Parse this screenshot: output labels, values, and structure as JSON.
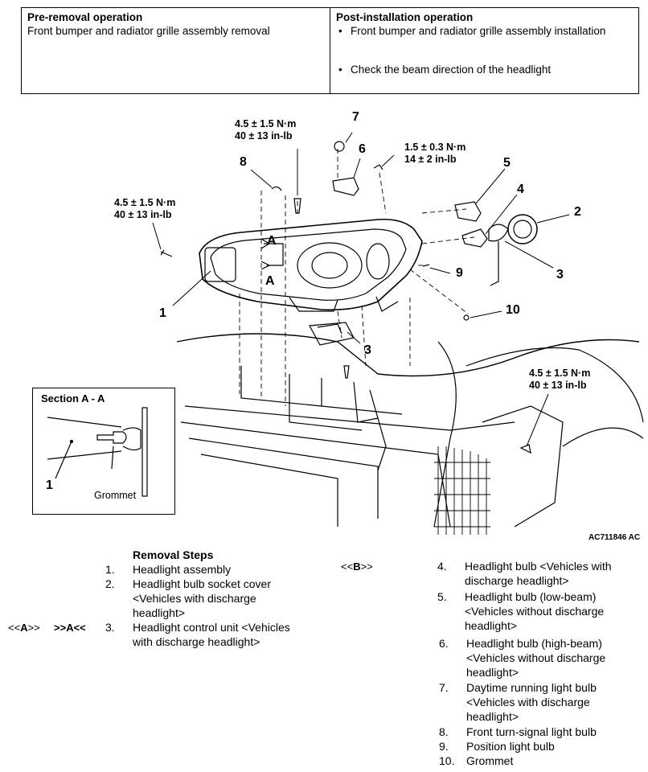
{
  "ops": {
    "pre_title": "Pre-removal operation",
    "pre_items": [
      "Front bumper and radiator grille assembly removal"
    ],
    "post_title": "Post-installation operation",
    "post_items": [
      "Front bumper and radiator grille assembly installation",
      "Check the beam direction of the headlight"
    ]
  },
  "figure": {
    "torque": [
      {
        "line1": "4.5 ± 1.5 N·m",
        "line2": "40 ± 13 in-lb"
      },
      {
        "line1": "1.5 ± 0.3 N·m",
        "line2": "14 ± 2 in-lb"
      },
      {
        "line1": "4.5 ± 1.5 N·m",
        "line2": "40 ± 13 in-lb"
      },
      {
        "line1": "4.5 ± 1.5 N·m",
        "line2": "40 ± 13 in-lb"
      }
    ],
    "callouts": [
      "7",
      "6",
      "8",
      "5",
      "4",
      "2",
      "3",
      "9",
      "1",
      "10",
      "3"
    ],
    "section_markers": [
      "A",
      "A"
    ],
    "section": {
      "title": "Section A - A",
      "number": "1",
      "label": "Grommet"
    },
    "caption": "AC711846 AC"
  },
  "removal": {
    "title": "Removal Steps",
    "steps": [
      {
        "num": "1.",
        "text": [
          "Headlight assembly"
        ]
      },
      {
        "num": "2.",
        "text": [
          "Headlight bulb socket cover",
          "<Vehicles with discharge",
          "headlight>"
        ]
      },
      {
        "num": "3.",
        "text": [
          "Headlight control unit <Vehicles",
          "with discharge headlight>"
        ]
      },
      {
        "num": "4.",
        "text": [
          "Headlight bulb <Vehicles with",
          "discharge headlight>"
        ]
      },
      {
        "num": "5.",
        "text": [
          "Headlight bulb (low-beam)",
          "<Vehicles without discharge",
          "headlight>"
        ]
      },
      {
        "num": "6.",
        "text": [
          "Headlight bulb (high-beam)",
          "<Vehicles without discharge",
          "headlight>"
        ]
      },
      {
        "num": "7.",
        "text": [
          "Daytime running light bulb",
          "<Vehicles with discharge",
          "headlight>"
        ]
      },
      {
        "num": "8.",
        "text": [
          "Front turn-signal light bulb"
        ]
      },
      {
        "num": "9.",
        "text": [
          "Position light bulb"
        ]
      },
      {
        "num": "10.",
        "text": [
          "Grommet"
        ]
      }
    ],
    "marks": {
      "a_left": "<<",
      "a_letter": "A",
      "a_right": ">>",
      "a2_left": ">>",
      "a2_letter": "A",
      "a2_right": "<<",
      "b_left": "<<",
      "b_letter": "B",
      "b_right": ">>"
    }
  }
}
